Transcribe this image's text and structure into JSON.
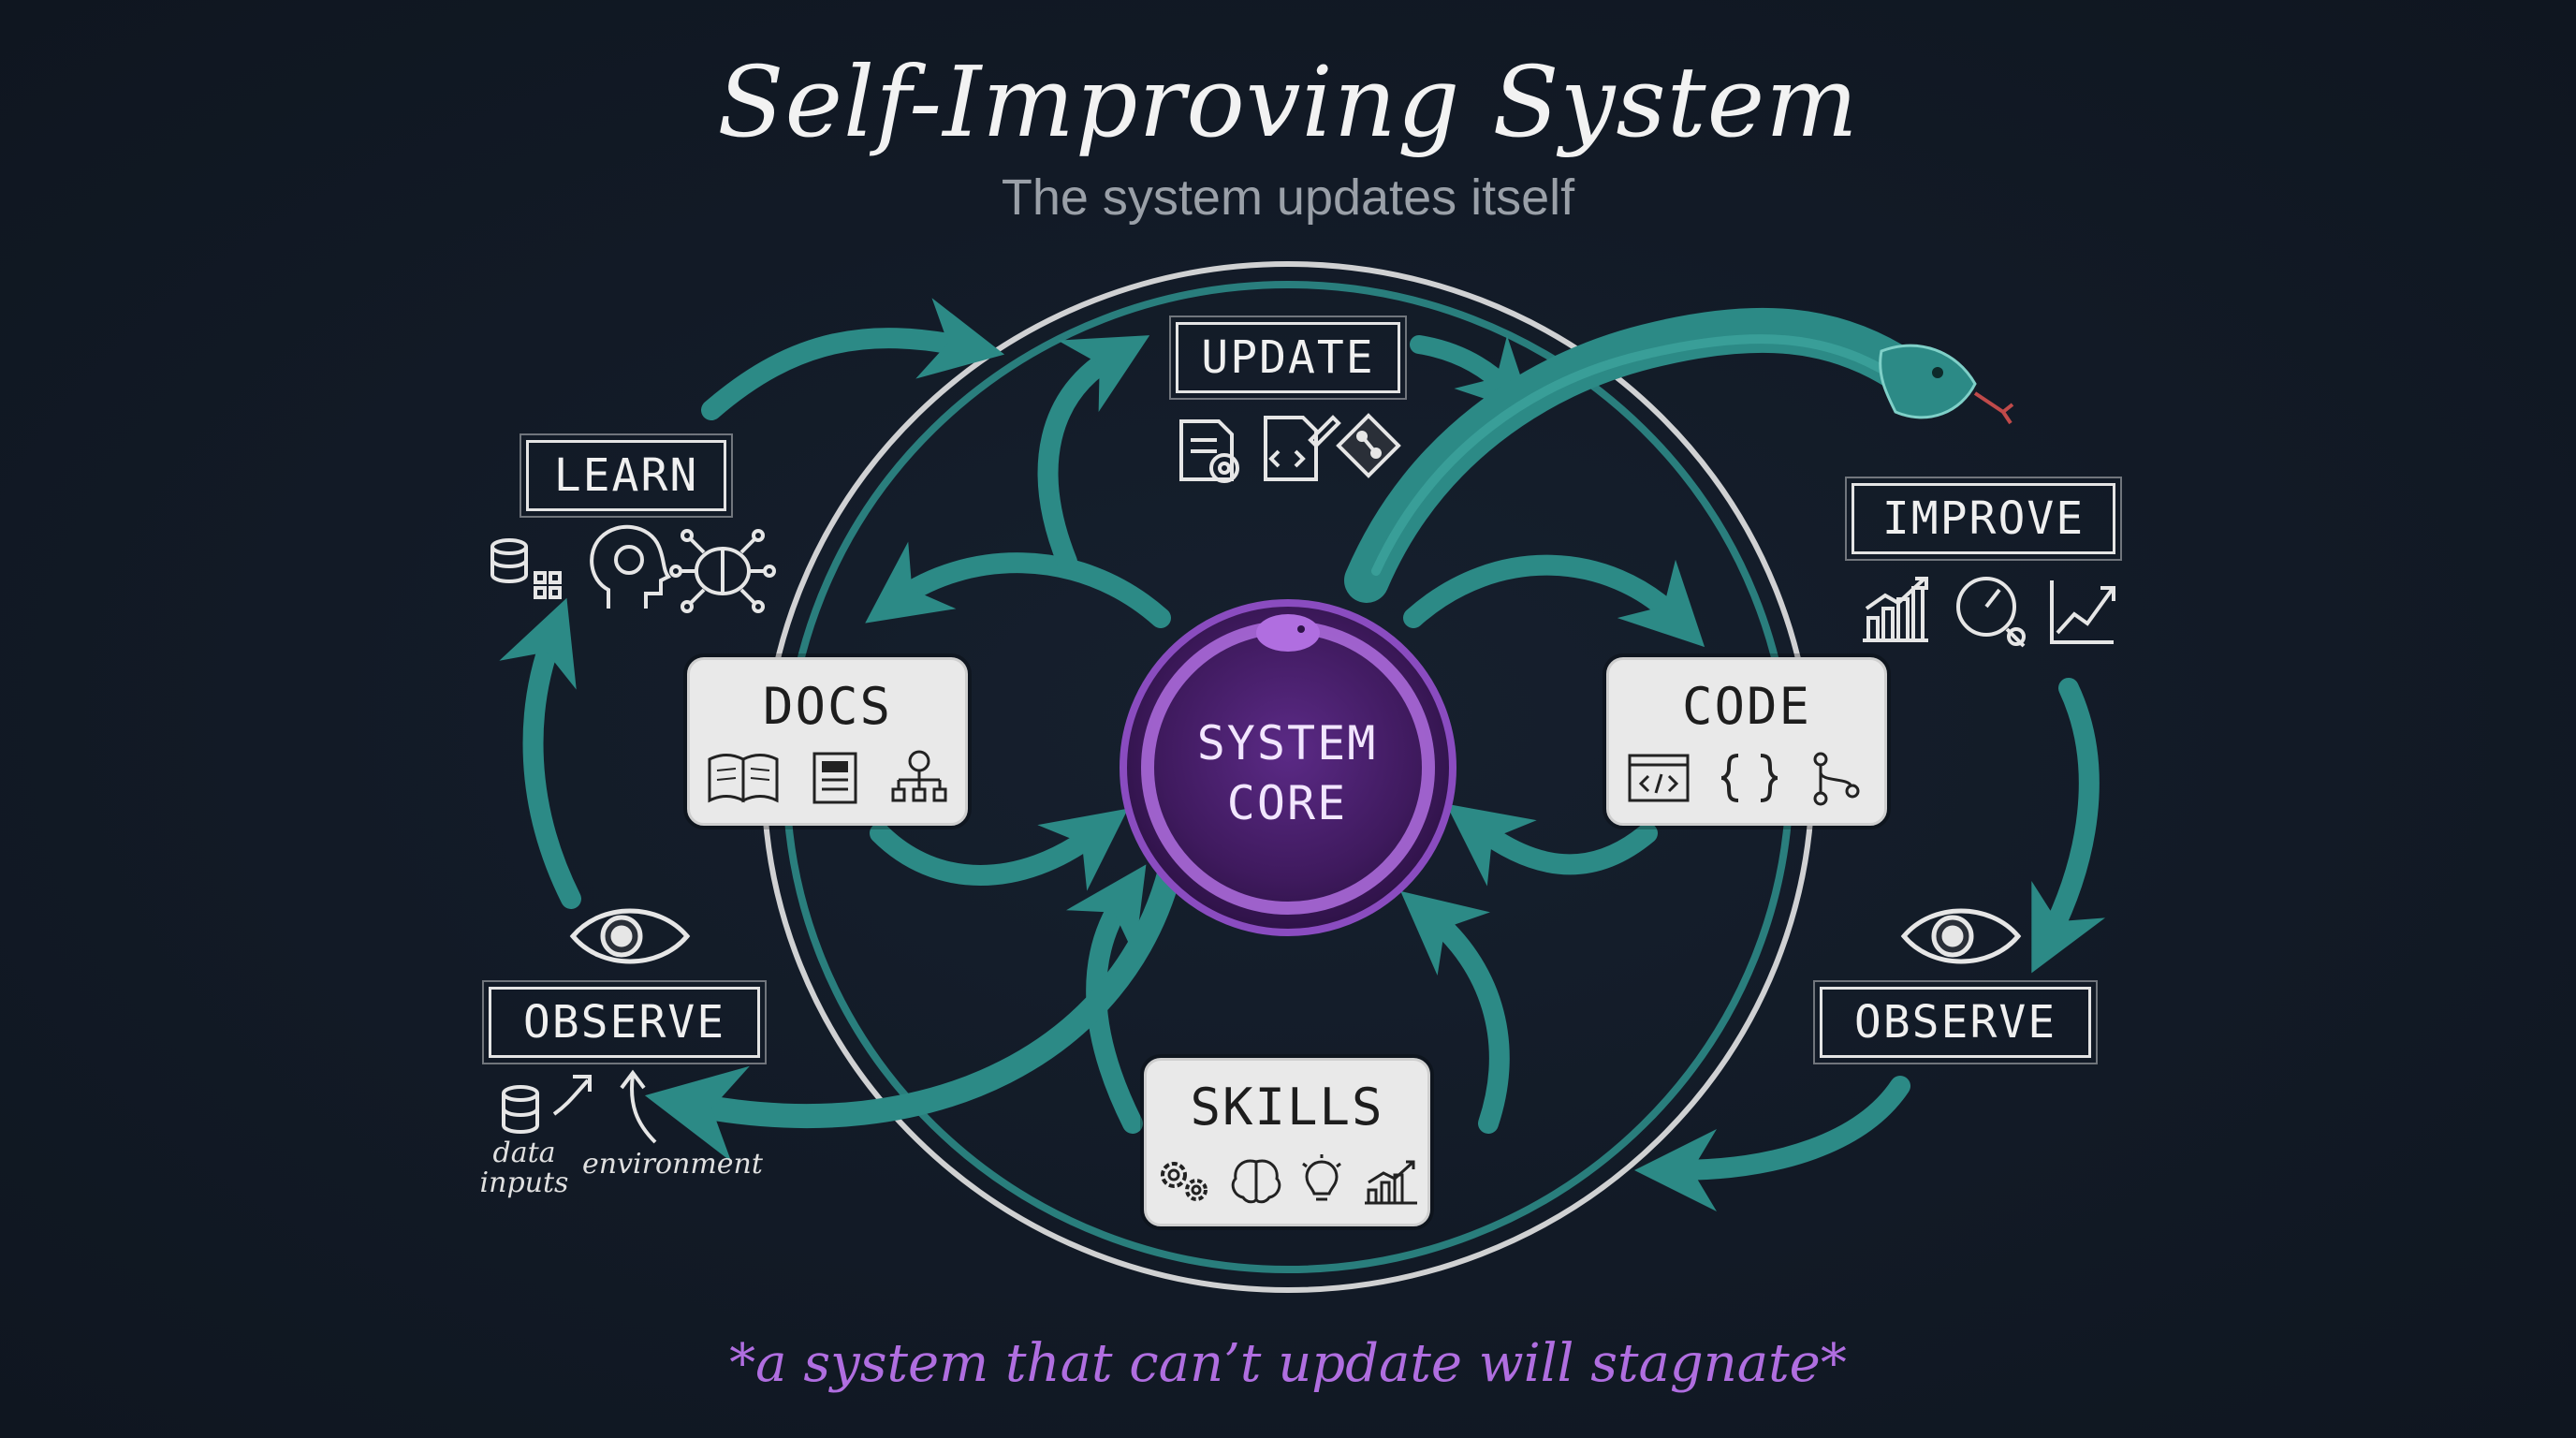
{
  "title": "Self-Improving System",
  "subtitle": "The system updates itself",
  "tagline": "*a system that can’t update will stagnate*",
  "core": {
    "line1": "SYSTEM",
    "line2": "CORE"
  },
  "stages": {
    "update": "UPDATE",
    "learn": "LEARN",
    "improve": "IMPROVE",
    "observe_left": "OBSERVE",
    "observe_right": "OBSERVE"
  },
  "cards": {
    "docs": "DOCS",
    "code": "CODE",
    "skills": "SKILLS"
  },
  "observe_notes": {
    "data_inputs_line1": "data",
    "data_inputs_line2": "inputs",
    "environment": "environment"
  },
  "icons": {
    "update": [
      "doc-gear-icon",
      "doc-edit-icon",
      "git-diamond-icon"
    ],
    "learn": [
      "database-grid-icon",
      "head-brain-icon",
      "brain-network-icon"
    ],
    "improve": [
      "bar-chart-up-icon",
      "gauge-search-icon",
      "line-chart-up-icon"
    ],
    "observe": [
      "eye-icon"
    ],
    "docs": [
      "open-book-icon",
      "document-icon",
      "hierarchy-icon"
    ],
    "code": [
      "code-window-icon",
      "braces-icon",
      "git-branch-icon"
    ],
    "skills": [
      "gears-icon",
      "brain-icon",
      "lightbulb-icon",
      "growth-chart-icon"
    ],
    "core": [
      "ouroboros-snake-icon"
    ]
  },
  "colors": {
    "background": "#121a26",
    "arrow_teal": "#2c8a86",
    "core_purple": "#4a1f6e",
    "core_ring": "#b06ee0",
    "tagline": "#b06ee0",
    "card_fill": "#e9e9e9"
  }
}
